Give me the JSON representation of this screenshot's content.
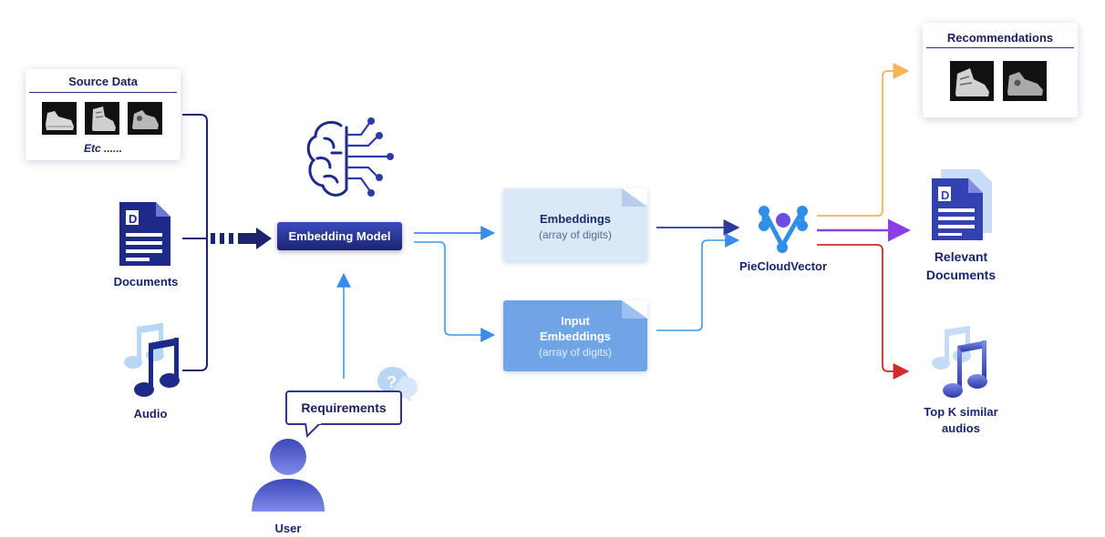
{
  "source_data": {
    "title": "Source Data",
    "footer": "Etc ......"
  },
  "inputs": {
    "documents_label": "Documents",
    "audio_label": "Audio"
  },
  "model": {
    "label": "Embedding Model"
  },
  "embeddings": {
    "title": "Embeddings",
    "subtitle": "(array of digits)"
  },
  "input_embeddings": {
    "title_line1": "Input",
    "title_line2": "Embeddings",
    "subtitle": "(array of digits)"
  },
  "user": {
    "bubble": "Requirements",
    "label": "User"
  },
  "vector_db": {
    "label": "PieCloudVector"
  },
  "outputs": {
    "recommendations_title": "Recommendations",
    "relevant_line1": "Relevant",
    "relevant_line2": "Documents",
    "audio_line1": "Top K similar",
    "audio_line2": "audios"
  },
  "colors": {
    "navy": "#1c2470",
    "blue": "#2f6fe0",
    "light_blue": "#3a9af0",
    "orange": "#f5b45a",
    "purple": "#8a3fe6",
    "red": "#d32a2a"
  }
}
